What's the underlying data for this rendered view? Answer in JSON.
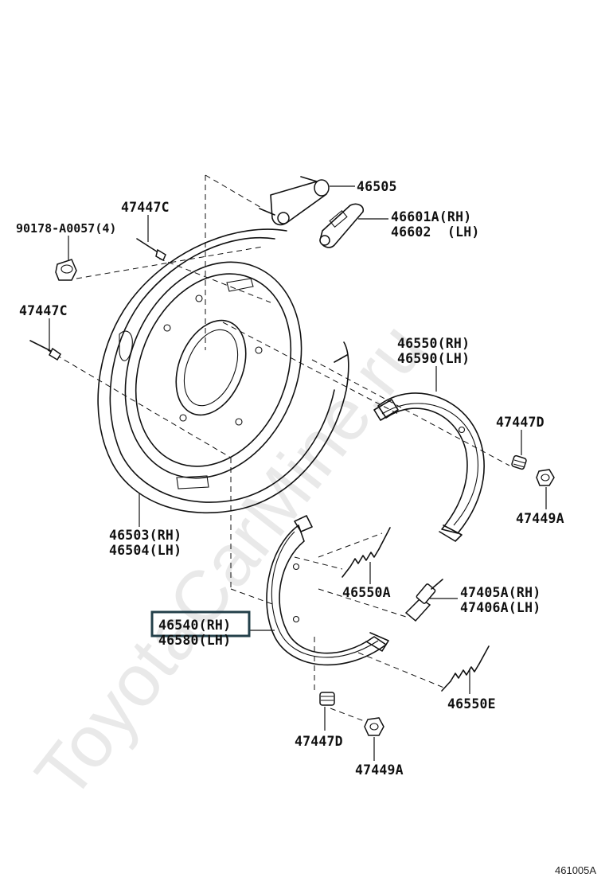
{
  "watermark": "ToyotaCarMine.ru",
  "diagram_code": "461005A",
  "labels": {
    "p46505": "46505",
    "p46601a": "46601A(RH)",
    "p46602": "46602  (LH)",
    "p47447c_top": "47447C",
    "p90178": "90178-A0057(4)",
    "p47447c_left": "47447C",
    "p46550": "46550(RH)",
    "p46590": "46590(LH)",
    "p47447d_right": "47447D",
    "p47449a_right": "47449A",
    "p46503": "46503(RH)",
    "p46504": "46504(LH)",
    "p46550a": "46550A",
    "p47405a": "47405A(RH)",
    "p47406a": "47406A(LH)",
    "p46540": "46540(RH)",
    "p46580": "46580(LH)",
    "p46550e": "46550E",
    "p47447d_bottom": "47447D",
    "p47449a_bottom": "47449A"
  },
  "highlighted_part": "46540(RH)"
}
